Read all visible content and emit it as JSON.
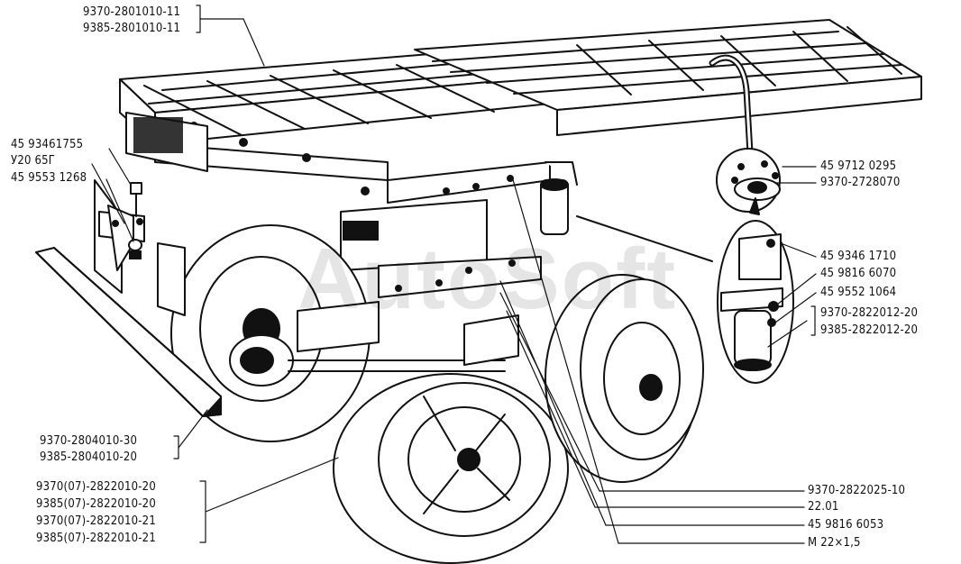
{
  "labels": {
    "frame_1": "9370-2801010-11",
    "frame_2": "9385-2801010-11",
    "bolt_1": "45 93461755",
    "bolt_2": "У20 65Г",
    "bolt_3": "45 9553 1268",
    "top_1": "45 9712 0295",
    "top_2": "9370-2728070",
    "mount_1": "45 9346 1710",
    "mount_2": "45 9816 6070",
    "mount_3": "45 9552 1064",
    "mount_4": "9370-2822012-20",
    "mount_5": "9385-2822012-20",
    "bumper_1": "9370-2804010-30",
    "bumper_2": "9385-2804010-20",
    "axle_1": "9370(07)-2822010-20",
    "axle_2": "9385(07)-2822010-20",
    "axle_3": "9370(07)-2822010-21",
    "axle_4": "9385(07)-2822010-21",
    "right_1": "9370-2822025-10",
    "right_2": "22.01",
    "right_3": "45 9816 6053",
    "right_4": "М 22×1,5"
  },
  "watermark": "AutoSoft",
  "colors": {
    "ink": "#111111",
    "paper": "#ffffff"
  }
}
